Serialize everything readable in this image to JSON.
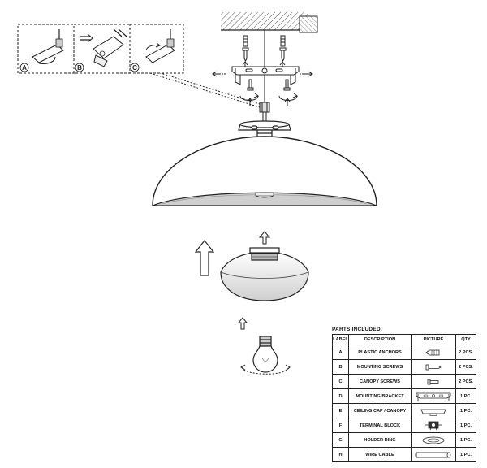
{
  "steps": [
    {
      "label": "A"
    },
    {
      "label": "B"
    },
    {
      "label": "C"
    }
  ],
  "parts_table": {
    "title": "PARTS INCLUDED:",
    "headers": {
      "label": "LABEL",
      "description": "DESCRIPTION",
      "picture": "PICTURE",
      "qty": "QTY"
    },
    "rows": [
      {
        "label": "A",
        "description": "PLASTIC ANCHORS",
        "icon": "plastic-anchor-icon",
        "qty": "2 PCS."
      },
      {
        "label": "B",
        "description": "MOUNTING SCREWS",
        "icon": "mounting-screw-icon",
        "qty": "2 PCS."
      },
      {
        "label": "C",
        "description": "CANOPY SCREWS",
        "icon": "canopy-screw-icon",
        "qty": "2 PCS."
      },
      {
        "label": "D",
        "description": "MOUNTING BRACKET",
        "icon": "mounting-bracket-icon",
        "qty": "1 PC."
      },
      {
        "label": "E",
        "description": "CEILING CAP / CANOPY",
        "icon": "canopy-icon",
        "qty": "1 PC."
      },
      {
        "label": "F",
        "description": "TERMINAL BLOCK",
        "icon": "terminal-block-icon",
        "qty": "1 PC."
      },
      {
        "label": "G",
        "description": "HOLDER RING",
        "icon": "holder-ring-icon",
        "qty": "1 PC."
      },
      {
        "label": "H",
        "description": "WIRE CABLE",
        "icon": "wire-cable-icon",
        "qty": "1 PC."
      }
    ]
  },
  "colors": {
    "line": "#222222",
    "hatch": "#555555",
    "shade": "#d8d8d8"
  }
}
